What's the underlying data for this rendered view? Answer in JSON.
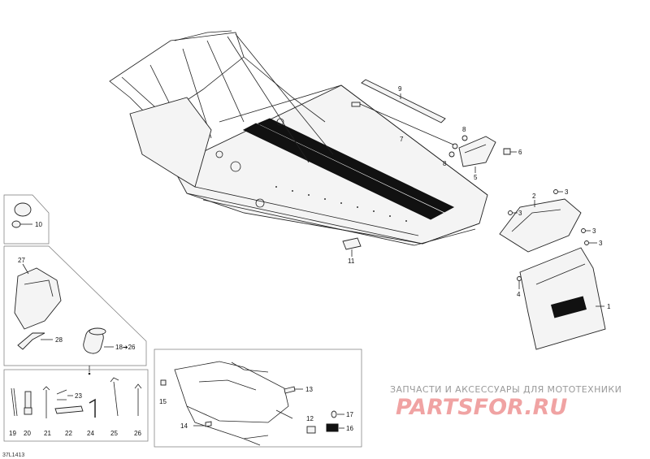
{
  "diagram_code": "37L1413",
  "callouts": {
    "n1": "1",
    "n2": "2",
    "n3a": "3",
    "n3b": "3",
    "n3c": "3",
    "n3d": "3",
    "n4": "4",
    "n5": "5",
    "n6": "6",
    "n7": "7",
    "n8a": "8",
    "n8b": "8",
    "n9": "9",
    "n10": "10",
    "n11": "11",
    "n12": "12",
    "n13": "13",
    "n14": "14",
    "n15": "15",
    "n16": "16",
    "n17": "17",
    "n18": "18",
    "n18arrow": "➔26",
    "n19": "19",
    "n20": "20",
    "n21": "21",
    "n22": "22",
    "n23": "23",
    "n24": "24",
    "n25": "25",
    "n26": "26",
    "n27": "27",
    "n28": "28"
  },
  "watermark": {
    "tagline": "ЗАПЧАСТИ И АКСЕССУАРЫ ДЛЯ МОТОТЕХНИКИ",
    "logo": "PARTSFOR.RU"
  },
  "colors": {
    "line": "#222222",
    "watermark_logo": "#f0a3a3",
    "watermark_text": "#9a9a9a",
    "box": "#777777"
  }
}
